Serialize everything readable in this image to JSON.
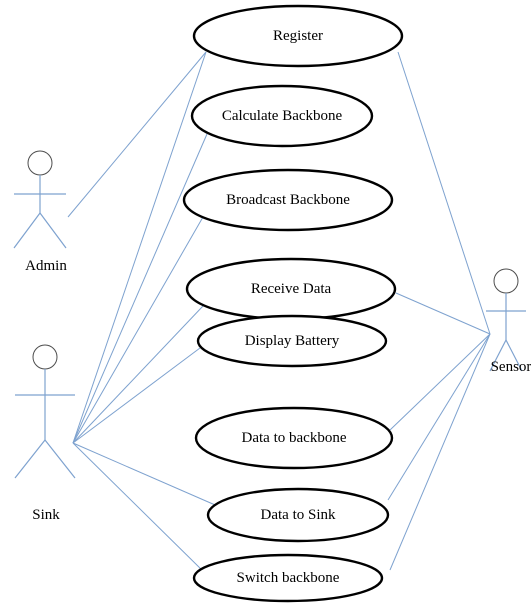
{
  "diagram": {
    "type": "use-case",
    "actors": [
      {
        "id": "admin",
        "label": "Admin",
        "icon": "stick-figure-icon"
      },
      {
        "id": "sink",
        "label": "Sink",
        "icon": "stick-figure-icon"
      },
      {
        "id": "sensor",
        "label": "Sensor",
        "icon": "stick-figure-icon"
      }
    ],
    "use_cases": [
      {
        "id": "register",
        "label": "Register"
      },
      {
        "id": "calculate-backbone",
        "label": "Calculate Backbone"
      },
      {
        "id": "broadcast-backbone",
        "label": "Broadcast Backbone"
      },
      {
        "id": "receive-data",
        "label": "Receive Data"
      },
      {
        "id": "display-battery",
        "label": "Display Battery"
      },
      {
        "id": "data-to-backbone",
        "label": "Data to backbone"
      },
      {
        "id": "data-to-sink",
        "label": "Data to Sink"
      },
      {
        "id": "switch-backbone",
        "label": "Switch backbone"
      }
    ],
    "associations": [
      {
        "actor": "admin",
        "use_case": "register"
      },
      {
        "actor": "sink",
        "use_case": "register"
      },
      {
        "actor": "sink",
        "use_case": "calculate-backbone"
      },
      {
        "actor": "sink",
        "use_case": "broadcast-backbone"
      },
      {
        "actor": "sink",
        "use_case": "receive-data"
      },
      {
        "actor": "sink",
        "use_case": "display-battery"
      },
      {
        "actor": "sink",
        "use_case": "data-to-sink"
      },
      {
        "actor": "sink",
        "use_case": "switch-backbone"
      },
      {
        "actor": "sensor",
        "use_case": "register"
      },
      {
        "actor": "sensor",
        "use_case": "receive-data"
      },
      {
        "actor": "sensor",
        "use_case": "data-to-backbone"
      },
      {
        "actor": "sensor",
        "use_case": "data-to-sink"
      },
      {
        "actor": "sensor",
        "use_case": "switch-backbone"
      }
    ],
    "colors": {
      "line": "#7ea2cf",
      "ellipse_stroke": "#000000",
      "text": "#000000"
    }
  }
}
